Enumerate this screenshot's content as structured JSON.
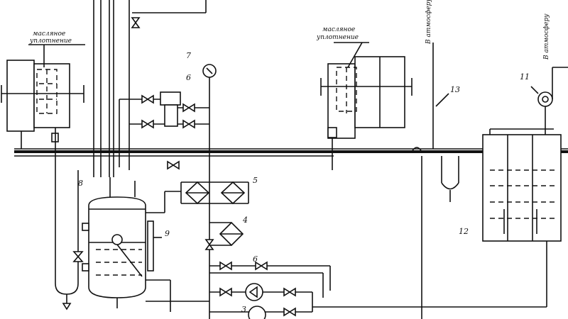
{
  "captions": {
    "seal_left": [
      "масляное",
      "уплотнение"
    ],
    "seal_right": [
      "масляное",
      "уплотнение"
    ],
    "atm_middle": "В атмосферу",
    "atm_right": "В атмосферу"
  },
  "labels": {
    "n3": "3",
    "n4": "4",
    "n5": "5",
    "n6": "6",
    "n7": "7",
    "n8": "8",
    "n9": "9",
    "n11": "11",
    "n12": "12",
    "n13": "13",
    "n6b": "6"
  }
}
